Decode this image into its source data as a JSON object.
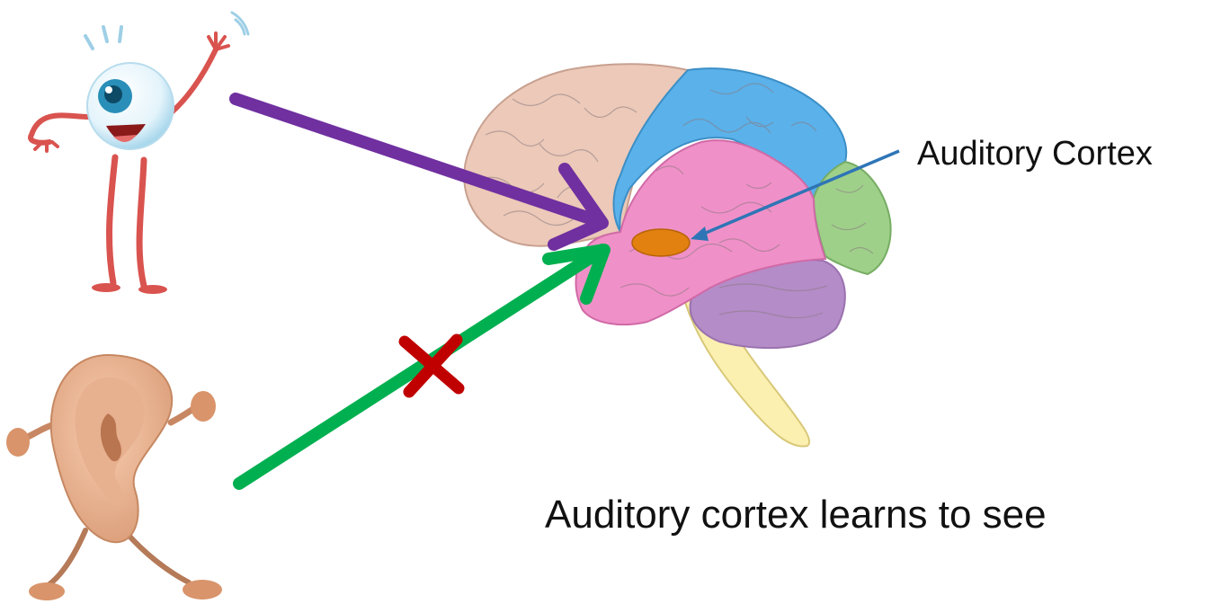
{
  "labels": {
    "auditory_cortex": "Auditory Cortex",
    "caption": "Auditory cortex learns to see"
  },
  "colors": {
    "visual_arrow": "#7030a0",
    "auditory_arrow": "#00b050",
    "blocked_mark": "#c00000",
    "pointer_line": "#2e75b6",
    "auditory_cortex_highlight": "#e2810f",
    "frontal_lobe": "#ecc9b8",
    "parietal_lobe": "#5bb1ea",
    "temporal_lobe": "#f090c8",
    "occipital_lobe": "#9fd08a",
    "cerebellum": "#b48cc8",
    "brainstem": "#fbf0b0"
  },
  "icons": {
    "eye": "eyeball-character-icon",
    "ear": "ear-character-icon",
    "brain": "brain-lobes-illustration",
    "blocked": "red-x-icon"
  }
}
